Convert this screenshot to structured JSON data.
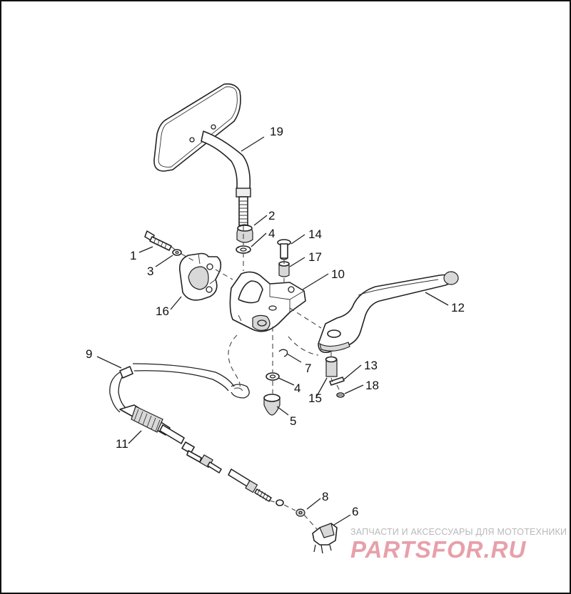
{
  "callouts": {
    "n1": "1",
    "n2": "2",
    "n3": "3",
    "n4a": "4",
    "n4b": "4",
    "n5": "5",
    "n6": "6",
    "n7": "7",
    "n8": "8",
    "n9": "9",
    "n10": "10",
    "n11": "11",
    "n12": "12",
    "n13": "13",
    "n14": "14",
    "n15": "15",
    "n16": "16",
    "n17": "17",
    "n18": "18",
    "n19": "19"
  },
  "watermark": {
    "tagline": "ЗАПЧАСТИ И АКСЕССУАРЫ ДЛЯ МОТОТЕХНИКИ",
    "logo": "PARTSFOR.RU"
  },
  "colors": {
    "line": "#222222",
    "watermark_logo": "#e7a0aa",
    "watermark_text": "#b9b9b9"
  }
}
